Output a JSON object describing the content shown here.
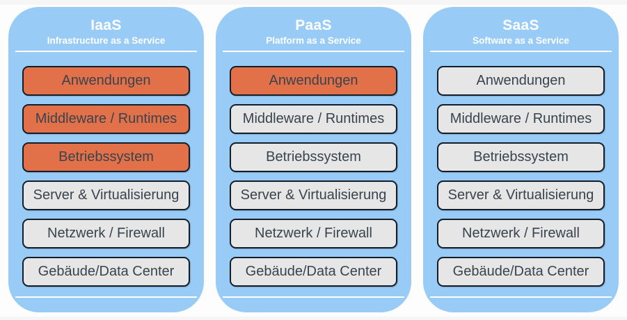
{
  "diagram": {
    "columns": [
      {
        "id": "iaas",
        "title": "IaaS",
        "subtitle": "Infrastructure as a Service",
        "layers": [
          {
            "label": "Anwendungen",
            "highlighted": true
          },
          {
            "label": "Middleware / Runtimes",
            "highlighted": true
          },
          {
            "label": "Betriebssystem",
            "highlighted": true
          },
          {
            "label": "Server & Virtualisierung",
            "highlighted": false
          },
          {
            "label": "Netzwerk / Firewall",
            "highlighted": false
          },
          {
            "label": "Gebäude/Data Center",
            "highlighted": false
          }
        ]
      },
      {
        "id": "paas",
        "title": "PaaS",
        "subtitle": "Platform as a Service",
        "layers": [
          {
            "label": "Anwendungen",
            "highlighted": true
          },
          {
            "label": "Middleware / Runtimes",
            "highlighted": false
          },
          {
            "label": "Betriebssystem",
            "highlighted": false
          },
          {
            "label": "Server & Virtualisierung",
            "highlighted": false
          },
          {
            "label": "Netzwerk / Firewall",
            "highlighted": false
          },
          {
            "label": "Gebäude/Data Center",
            "highlighted": false
          }
        ]
      },
      {
        "id": "saas",
        "title": "SaaS",
        "subtitle": "Software as a Service",
        "layers": [
          {
            "label": "Anwendungen",
            "highlighted": false
          },
          {
            "label": "Middleware / Runtimes",
            "highlighted": false
          },
          {
            "label": "Betriebssystem",
            "highlighted": false
          },
          {
            "label": "Server & Virtualisierung",
            "highlighted": false
          },
          {
            "label": "Netzwerk / Firewall",
            "highlighted": false
          },
          {
            "label": "Gebäude/Data Center",
            "highlighted": false
          }
        ]
      }
    ],
    "colors": {
      "column_background": "#99CBF7",
      "highlight_fill": "#E2714A",
      "default_fill": "#E6E6E6",
      "layer_border": "#131D27",
      "layer_text": "#39434D",
      "heading_text": "#FFFFFF",
      "divider": "#FFFFFF"
    }
  }
}
